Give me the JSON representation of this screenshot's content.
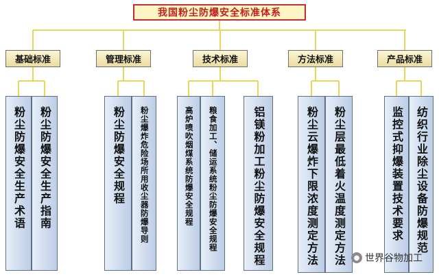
{
  "title": "我国粉尘防爆安全标准体系",
  "categories": [
    "基础标准",
    "管理标准",
    "技术标准",
    "方法标准",
    "产品标准"
  ],
  "standards": [
    [
      "粉尘防爆安全生产术语",
      "粉尘防爆安全生产指南"
    ],
    [
      "粉尘防爆安全规程",
      "粉尘爆炸危险场所用收尘器防爆导则"
    ],
    [
      "高炉喷吹烟煤系统防爆安全规程",
      "粮食加工、储运系统粉尘防爆安全规程",
      "铝镁粉加工粉尘防爆安全规程"
    ],
    [
      "粉尘云爆炸下限浓度测定方法",
      "粉尘层最低着火温度测定方法"
    ],
    [
      "监控式抑爆装置技术要求",
      "纺织行业除尘设备防爆规范"
    ]
  ],
  "watermark": "世界谷物加工",
  "colors": {
    "title_border": "#c03030",
    "title_text": "#c02020",
    "title_fill": "#fdf5c4",
    "connector": "#e6d65a",
    "category_fill": "#f3e6b4",
    "leaf_fill": "#c9d8ee"
  }
}
